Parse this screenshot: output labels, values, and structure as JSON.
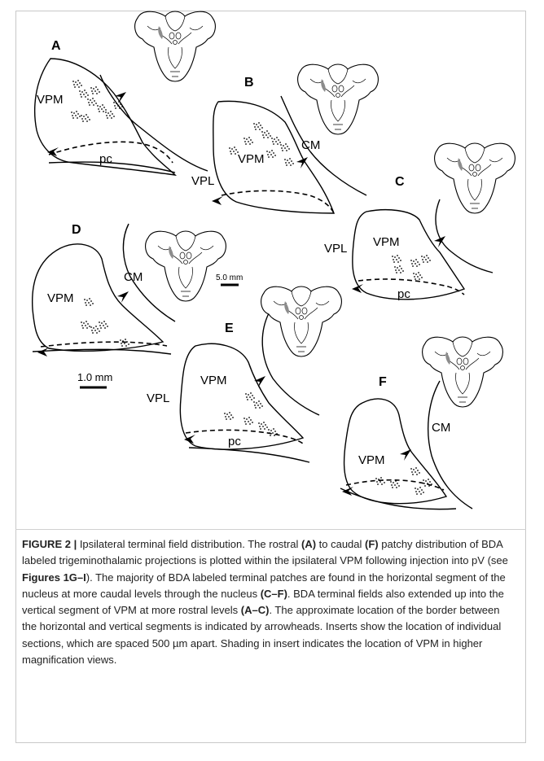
{
  "panels": {
    "A": "A",
    "B": "B",
    "C": "C",
    "D": "D",
    "E": "E",
    "F": "F"
  },
  "labels": {
    "vpm": "VPM",
    "vpl": "VPL",
    "cm": "CM",
    "pc": "pc"
  },
  "scales": {
    "insert": "5.0 mm",
    "main": "1.0 mm"
  },
  "caption": {
    "figure_label": "FIGURE 2 |",
    "parts": [
      {
        "t": " Ipsilateral terminal field distribution. The rostral ",
        "b": false
      },
      {
        "t": "(A)",
        "b": true
      },
      {
        "t": " to caudal ",
        "b": false
      },
      {
        "t": "(F)",
        "b": true
      },
      {
        "t": " patchy distribution of BDA labeled trigeminothalamic projections is plotted within the ipsilateral VPM following injection into pV (see ",
        "b": false
      },
      {
        "t": "Figures 1G–I",
        "b": true
      },
      {
        "t": "). The majority of BDA labeled terminal patches are found in the horizontal segment of the nucleus at more caudal levels through the nucleus ",
        "b": false
      },
      {
        "t": "(C–F)",
        "b": true
      },
      {
        "t": ". BDA terminal fields also extended up into the vertical segment of VPM at more rostral levels ",
        "b": false
      },
      {
        "t": "(A–C)",
        "b": true
      },
      {
        "t": ". The approximate location of the border between the horizontal and vertical segments is indicated by arrowheads. Inserts show the location of individual sections, which are spaced 500 µm apart. Shading in insert indicates the location of VPM in higher magnification views.",
        "b": false
      }
    ]
  }
}
